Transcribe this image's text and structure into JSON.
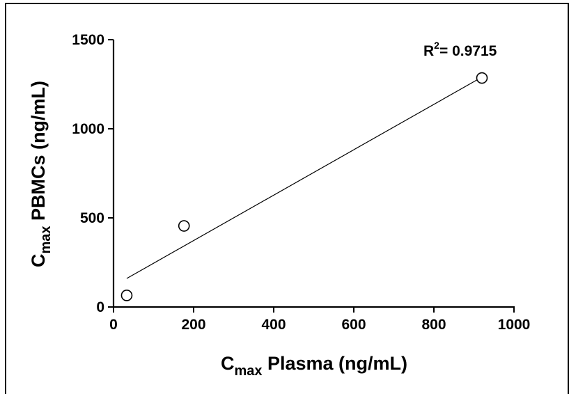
{
  "chart_data": {
    "type": "scatter",
    "title": "",
    "xlabel": {
      "main": "C",
      "sub": "max",
      "rest": " Plasma  (ng/mL)"
    },
    "ylabel": {
      "main": "C",
      "sub": "max",
      "rest": " PBMCs (ng/mL)"
    },
    "xlim": [
      0,
      1000
    ],
    "ylim": [
      0,
      1500
    ],
    "x_ticks": [
      0,
      200,
      400,
      600,
      800,
      1000
    ],
    "y_ticks": [
      0,
      500,
      1000,
      1500
    ],
    "x_tick_labels": [
      "0",
      "200",
      "400",
      "600",
      "800",
      "1000"
    ],
    "y_tick_labels": [
      "0",
      "500",
      "1000",
      "1500"
    ],
    "grid": false,
    "legend": "none",
    "series": [
      {
        "points": [
          {
            "x": 33,
            "y": 65
          },
          {
            "x": 176,
            "y": 455
          },
          {
            "x": 920,
            "y": 1285
          }
        ],
        "marker": "open-circle"
      }
    ],
    "fit_line": {
      "from": {
        "x": 33,
        "y": 160
      },
      "to": {
        "x": 920,
        "y": 1290
      }
    },
    "annotation": {
      "prefix": "R",
      "sup": "2",
      "rest": "= 0.9715"
    },
    "colors": {
      "ink": "#000000",
      "background": "#ffffff",
      "marker_fill": "#ffffff"
    }
  }
}
